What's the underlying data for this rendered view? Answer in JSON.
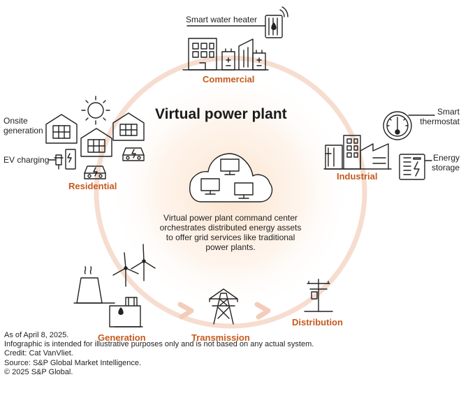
{
  "title": "Virtual power plant",
  "center_description": "Virtual power plant command center orchestrates distributed energy assets to offer grid services like traditional power plants.",
  "categories": {
    "commercial": "Commercial",
    "residential": "Residential",
    "industrial": "Industrial",
    "generation": "Generation",
    "transmission": "Transmission",
    "distribution": "Distribution"
  },
  "labels": {
    "smart_water_heater": "Smart water heater",
    "onsite_generation_line1": "Onsite",
    "onsite_generation_line2": "generation",
    "ev_charging": "EV charging",
    "smart_thermostat_line1": "Smart",
    "smart_thermostat_line2": "thermostat",
    "energy_storage_line1": "Energy",
    "energy_storage_line2": "storage"
  },
  "footnotes": [
    "As of April 8, 2025.",
    "Infographic is intended for illustrative purposes only and is not based on any actual system.",
    "Credit: Cat VanVliet.",
    "Source: S&P Global Market Intelligence.",
    "© 2025 S&P Global."
  ],
  "colors": {
    "accent": "#c55a1e",
    "ring": "#f6ddd0",
    "glow": "#fbe3cf",
    "ink": "#222222"
  },
  "icons": [
    "cloud-command-center-icon",
    "monitor-icon",
    "sun-icon",
    "solar-house-icon",
    "electric-car-icon",
    "ev-charger-icon",
    "office-buildings-icon",
    "battery-icon",
    "water-heater-icon",
    "factory-icon",
    "thermostat-icon",
    "energy-storage-icon",
    "power-plant-icon",
    "wind-turbine-icon",
    "transmission-tower-icon",
    "utility-pole-icon",
    "flow-arrow-icon"
  ]
}
